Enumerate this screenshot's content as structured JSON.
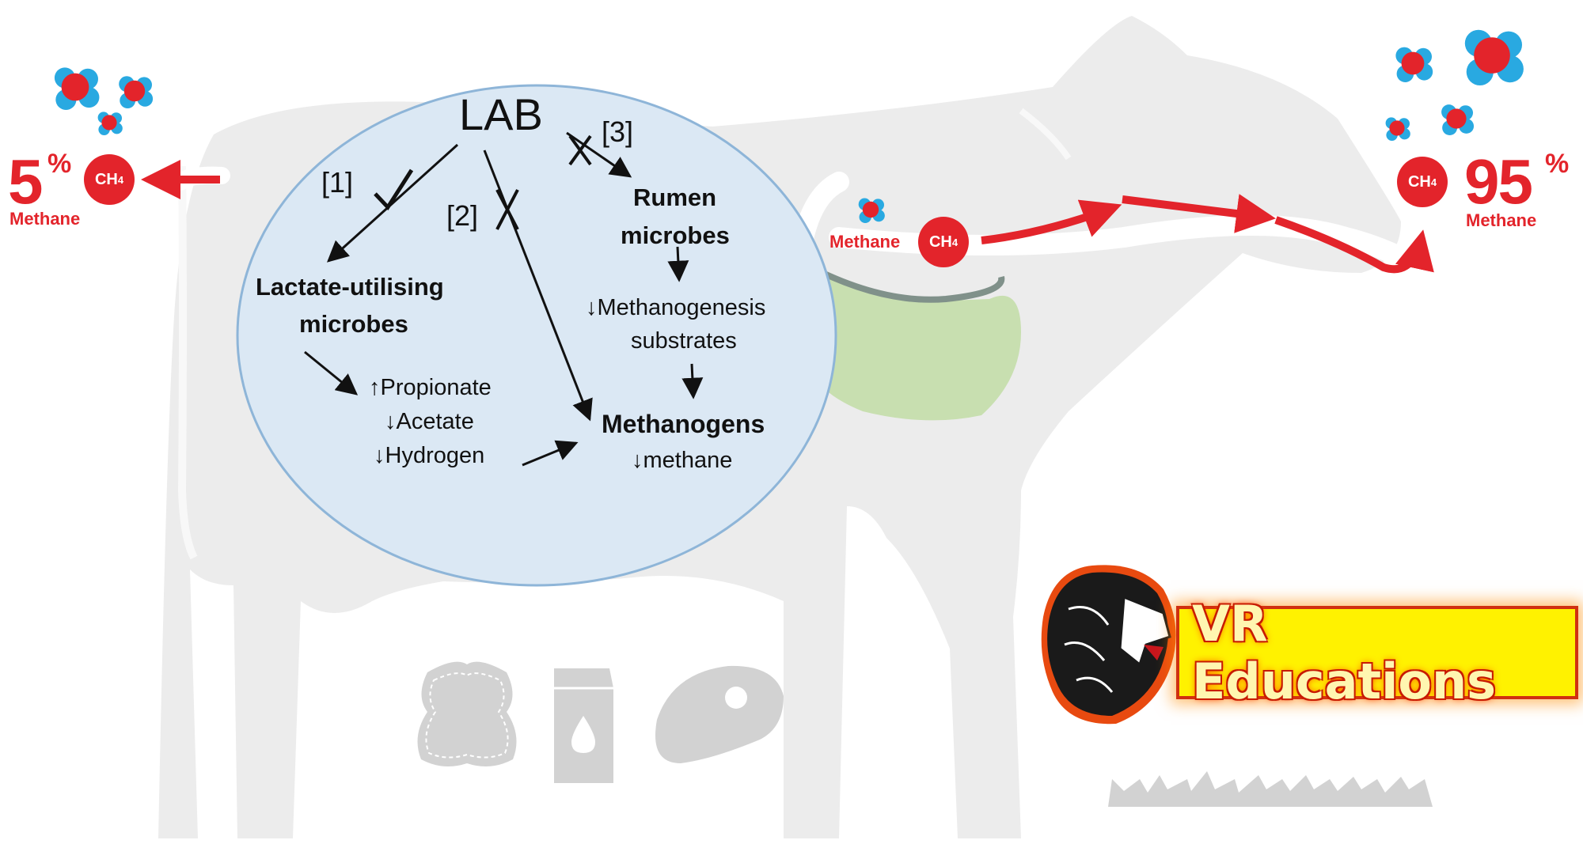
{
  "lab": {
    "title": "LAB",
    "path1_tag": "[1]",
    "path2_tag": "[2]",
    "path3_tag": "[3]",
    "lactate_line1": "Lactate-utilising",
    "lactate_line2": "microbes",
    "propionate": "↑Propionate",
    "acetate": "↓Acetate",
    "hydrogen": "↓Hydrogen",
    "rumen_line1": "Rumen",
    "rumen_line2": "microbes",
    "substrates_line1": "↓Methanogenesis",
    "substrates_line2": "substrates",
    "methanogens": "Methanogens",
    "methane_down": "↓methane"
  },
  "emissions": {
    "left_percent": "5",
    "left_label": "Methane",
    "right_percent": "95",
    "right_label": "Methane",
    "percent_sign": "%",
    "rumen_label": "Methane",
    "molecule": "CH4"
  },
  "brand": {
    "name": "VR Educations"
  },
  "colors": {
    "methane_red": "#e3242b",
    "molecule_blue": "#29a9e1",
    "cow_gray": "#ececec",
    "lab_circle": "#dbe8f4",
    "rumen_green": "#c8dfb0",
    "brand_yellow": "#fff200"
  }
}
